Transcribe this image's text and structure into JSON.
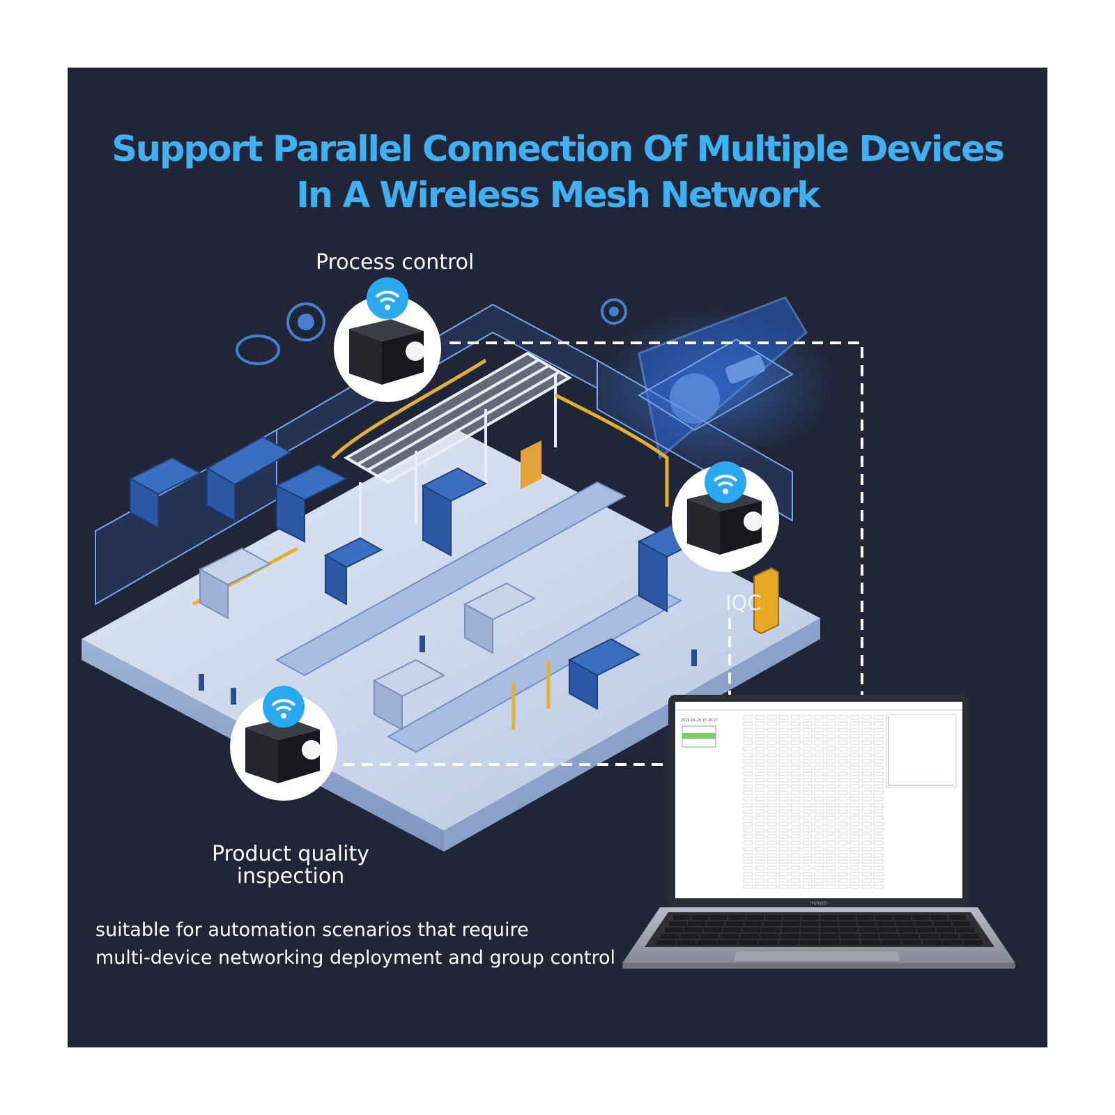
{
  "heading": {
    "line1": "Support Parallel Connection Of Multiple Devices",
    "line2": "In A Wireless Mesh Network"
  },
  "labels": {
    "process_control": "Process control",
    "iqc": "IQC",
    "quality_line1": "Product quality",
    "quality_line2": "inspection"
  },
  "caption": {
    "line1": "suitable for automation scenarios that require",
    "line2": "multi-device networking deployment and group control"
  },
  "laptop": {
    "brand": "HUAWEI",
    "screen_date": "2024-06-28 15:20:37"
  },
  "colors": {
    "panel_bg": "#202637",
    "title_blue": "#3fb0f0",
    "wifi_badge": "#29a9ef",
    "floor": "#c9d6ea",
    "machine_blue": "#3a6fc0"
  },
  "icons": [
    "wifi-icon",
    "sensor-device-icon",
    "laptop-icon"
  ]
}
